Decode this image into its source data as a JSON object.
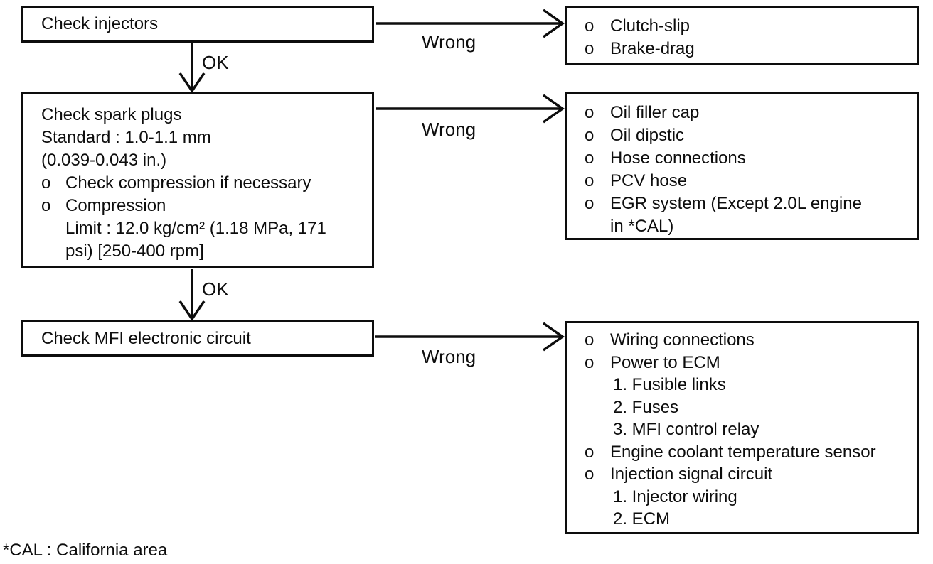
{
  "canvas": {
    "background": "#ffffff",
    "ink": "#0d0d0d"
  },
  "flow": {
    "footnote": "*CAL : California area",
    "edges": {
      "injectors_wrong": "Wrong",
      "injectors_ok": "OK",
      "spark_wrong": "Wrong",
      "spark_ok": "OK",
      "mfi_wrong": "Wrong"
    },
    "left": {
      "injectors": {
        "title": "Check injectors"
      },
      "spark": {
        "rows": [
          {
            "marker": "",
            "text": "Check spark plugs"
          },
          {
            "marker": "",
            "text": "Standard : 1.0-1.1 mm"
          },
          {
            "marker": "",
            "text": "(0.039-0.043 in.)"
          },
          {
            "marker": "o",
            "text": "Check compression if necessary"
          },
          {
            "marker": "o",
            "text": "Compression"
          },
          {
            "marker": "",
            "text": "Limit : 12.0 kg/cm² (1.18 MPa, 171"
          },
          {
            "marker": "",
            "text": "psi) [250-400 rpm]"
          }
        ]
      },
      "mfi": {
        "title": "Check MFI electronic circuit"
      }
    },
    "right": {
      "injectors_fail": {
        "rows": [
          {
            "marker": "o",
            "text": "Clutch-slip"
          },
          {
            "marker": "o",
            "text": "Brake-drag"
          }
        ]
      },
      "spark_fail": {
        "rows": [
          {
            "marker": "o",
            "text": "Oil filler cap"
          },
          {
            "marker": "o",
            "text": "Oil dipstic"
          },
          {
            "marker": "o",
            "text": "Hose connections"
          },
          {
            "marker": "o",
            "text": "PCV hose"
          },
          {
            "marker": "o",
            "text": "EGR system (Except 2.0L engine"
          },
          {
            "marker": "",
            "text": "in *CAL)"
          }
        ]
      },
      "mfi_fail": {
        "rows": [
          {
            "marker": "o",
            "text": "Wiring connections"
          },
          {
            "marker": "o",
            "text": "Power to ECM"
          },
          {
            "marker": "",
            "text": "1. Fusible links"
          },
          {
            "marker": "",
            "text": "2. Fuses"
          },
          {
            "marker": "",
            "text": "3. MFI control relay"
          },
          {
            "marker": "o",
            "text": "Engine coolant temperature sensor"
          },
          {
            "marker": "o",
            "text": "Injection signal circuit"
          },
          {
            "marker": "",
            "text": "1. Injector wiring"
          },
          {
            "marker": "",
            "text": "2. ECM"
          }
        ]
      }
    }
  }
}
